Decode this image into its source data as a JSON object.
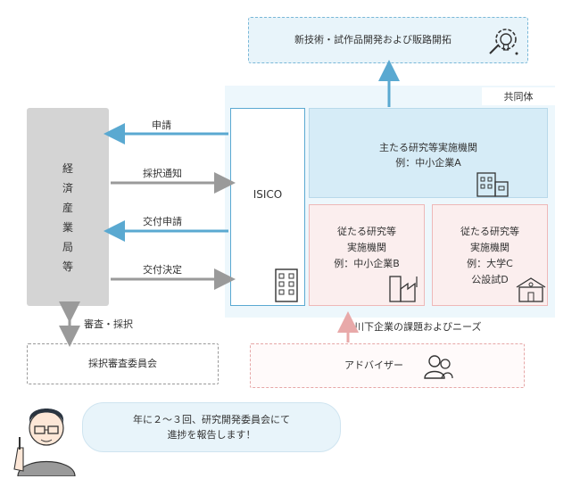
{
  "goal": "新技術・試作品開発および販路開拓",
  "consortium_label": "共同体",
  "ministry": [
    "経",
    "済",
    "産",
    "業",
    "局",
    "等"
  ],
  "isico": "ISICO",
  "main_org": {
    "line1": "主たる研究等実施機関",
    "line2": "例：中小企業A"
  },
  "sub_org_b": {
    "line1": "従たる研究等",
    "line2": "実施機関",
    "line3": "例：中小企業B"
  },
  "sub_org_c": {
    "line1": "従たる研究等",
    "line2": "実施機関",
    "line3": "例：大学C",
    "line4": "公設試D"
  },
  "arrows": {
    "apply": "申請",
    "adoption_notice": "採択通知",
    "grant_apply": "交付申請",
    "grant_decision": "交付決定",
    "review_adopt": "審査・採択",
    "downstream_needs": "川下企業の課題およびニーズ"
  },
  "review_committee": "採択審査委員会",
  "advisor": "アドバイザー",
  "speech": {
    "line1": "年に２～３回、研究開発委員会にて",
    "line2": "進捗を報告します！"
  },
  "colors": {
    "blue": "#5aa9d1",
    "gray": "#9a9a9a",
    "pink": "#e8a9a9",
    "light_blue": "#d6ecf7",
    "light_pink": "#fbeeee"
  }
}
